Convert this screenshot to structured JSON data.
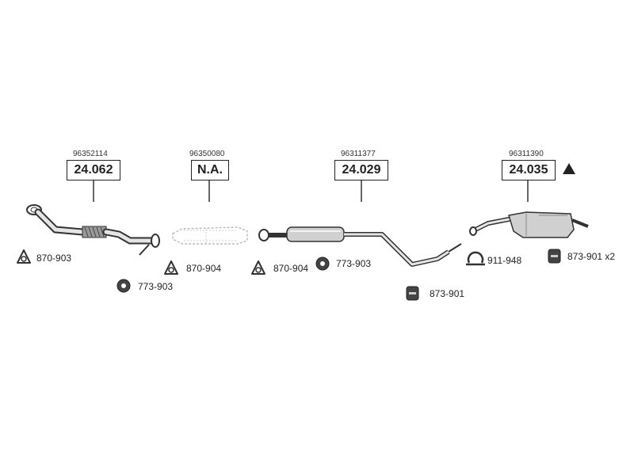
{
  "parts": [
    {
      "oe": "96352114",
      "code": "24.062"
    },
    {
      "oe": "96350080",
      "code": "N.A."
    },
    {
      "oe": "96311377",
      "code": "24.029"
    },
    {
      "oe": "96311390",
      "code": "24.035"
    }
  ],
  "fittings": [
    {
      "label": "870-903",
      "icon": "gasket-icon"
    },
    {
      "label": "773-903",
      "icon": "rubber-mount-icon"
    },
    {
      "label": "870-904",
      "icon": "gasket-icon"
    },
    {
      "label": "870-904",
      "icon": "gasket-icon"
    },
    {
      "label": "773-903",
      "icon": "rubber-mount-icon"
    },
    {
      "label": "873-901",
      "icon": "rubber-hanger-icon"
    },
    {
      "label": "911-948",
      "icon": "clamp-icon"
    },
    {
      "label": "873-901 x2",
      "icon": "rubber-hanger-icon"
    }
  ],
  "colors": {
    "line": "#333333",
    "part_fill": "#d9d9d9",
    "dashed_part": "#bbbbbb"
  }
}
